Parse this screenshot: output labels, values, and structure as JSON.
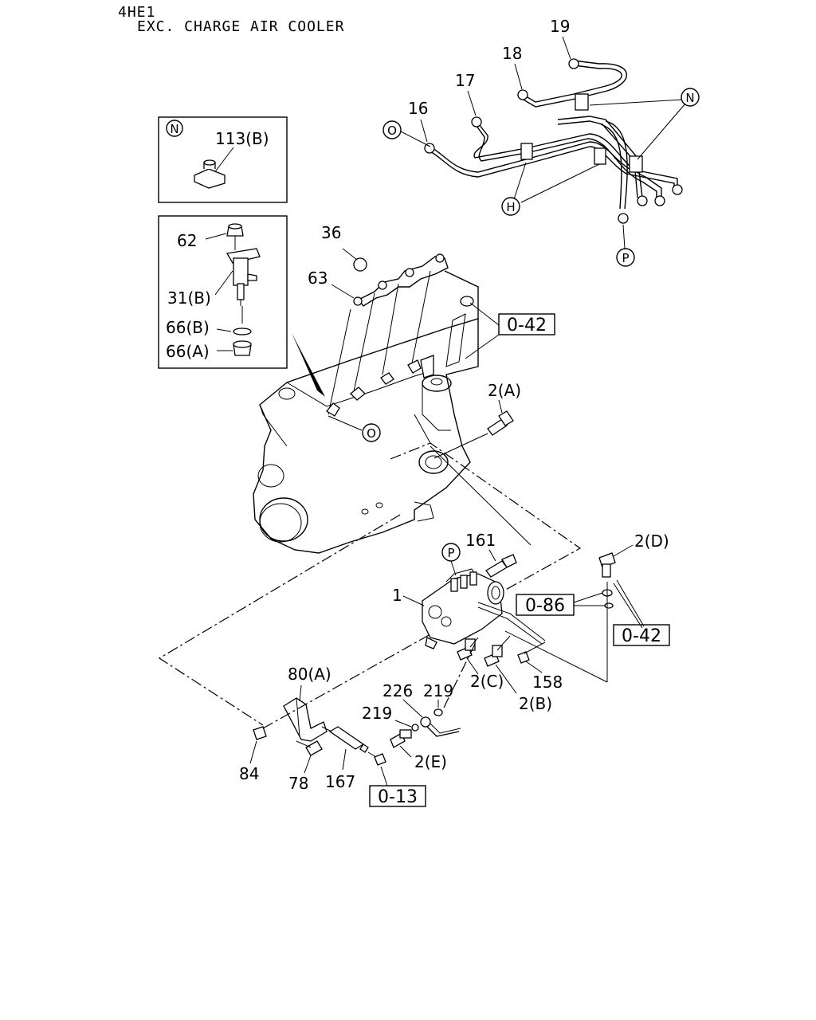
{
  "header": {
    "model": "4HE1",
    "variant": "EXC. CHARGE AIR COOLER"
  },
  "inset_n": {
    "marker": "N",
    "part": "113(B)"
  },
  "inset_nozzle": {
    "parts": [
      "62",
      "31(B)",
      "66(B)",
      "66(A)"
    ]
  },
  "callouts": {
    "p1": "1",
    "p2a": "2(A)",
    "p2b": "2(B)",
    "p2c": "2(C)",
    "p2d": "2(D)",
    "p2e": "2(E)",
    "p16": "16",
    "p17": "17",
    "p18": "18",
    "p19": "19",
    "p36": "36",
    "p63": "63",
    "p78": "78",
    "p80a": "80(A)",
    "p84": "84",
    "p158": "158",
    "p161": "161",
    "p167": "167",
    "p219a": "219",
    "p219b": "219",
    "p226": "226"
  },
  "refs": {
    "r042a": "0-42",
    "r042b": "0-42",
    "r086": "0-86",
    "r013": "0-13"
  },
  "markers": {
    "n": "N",
    "h": "H",
    "o_top": "O",
    "o_engine": "O",
    "p_pipe": "P",
    "p_pump": "P"
  }
}
